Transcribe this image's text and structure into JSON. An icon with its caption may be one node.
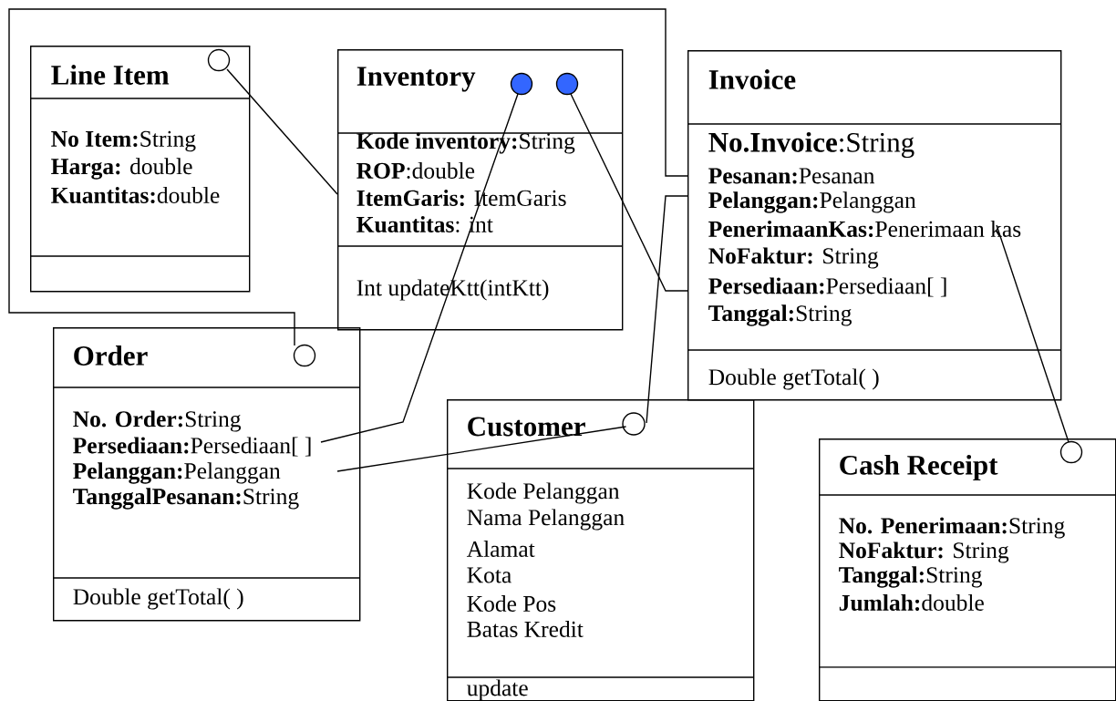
{
  "diagram": {
    "nodes": [
      {
        "text": [
          "Line Item",
          "**No Item:**String",
          "**Harga:** double",
          "**Kuantitas:**double"
        ]
      },
      {
        "text": [
          "Inventory",
          "**Kode inventory:**String",
          "**ROP**:double",
          "**ItemGaris:** ItemGaris",
          "**Kuantitas**: int",
          "Int updateKtt(intKtt)"
        ]
      },
      {
        "text": [
          "Invoice",
          "**No.Invoice**:String",
          "**Pesanan:**Pesanan",
          "**Pelanggan:**Pelanggan",
          "**PenerimaanKas:**Penerimaan kas",
          "**NoFaktur:** String",
          "**Persediaan:**Persediaan[ ]",
          "**Tanggal:**String",
          "Double getTotal( )"
        ]
      },
      {
        "text": [
          "Order",
          "**No. Order:**String",
          "**Persediaan:**Persediaan[ ]",
          "**Pelanggan:**Pelanggan",
          "**TanggalPesanan:**String",
          "Double getTotal( )"
        ]
      },
      {
        "text": [
          "Customer",
          "Kode Pelanggan",
          "Nama Pelanggan",
          "Alamat",
          "Kota",
          "Kode Pos",
          "Batas Kredit",
          "update"
        ]
      },
      {
        "text": [],
        "shape": "circle",
        "in": 4
      },
      {
        "text": [
          "Cash Receipt",
          "**No. Penerimaan:**String",
          "**NoFaktur:** String",
          "**Tanggal:**String",
          "**Jumlah:**double"
        ]
      }
    ],
    "edges": [
      {
        "from": 1,
        "to": 0,
        "arrow": "other"
      },
      {
        "from": 2,
        "to": 3,
        "arrow": "other"
      },
      {
        "from": 3,
        "to": 1,
        "arrow": "other"
      },
      {
        "from": 2,
        "to": 1,
        "arrow": "other"
      },
      {
        "from": 3,
        "to": 5,
        "arrow": "none"
      },
      {
        "from": 2,
        "to": 5,
        "arrow": "none"
      },
      {
        "from": 2,
        "to": 6,
        "arrow": "other"
      }
    ]
  }
}
